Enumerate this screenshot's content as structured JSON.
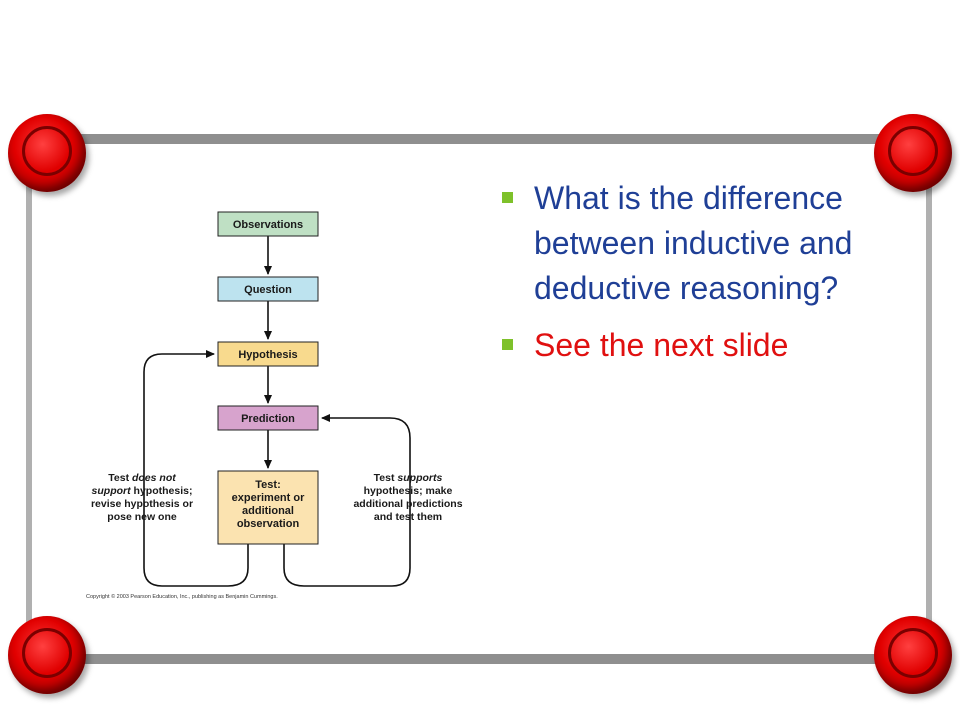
{
  "bullets": [
    {
      "text": "What is the difference between inductive and deductive reasoning?",
      "color": "#1f3f96"
    },
    {
      "text": "See the next slide",
      "color": "#e01010"
    }
  ],
  "diagram": {
    "boxes": {
      "observations": "Observations",
      "question": "Question",
      "hypothesis": "Hypothesis",
      "prediction": "Prediction",
      "test_line1": "Test:",
      "test_line2": "experiment or",
      "test_line3": "additional",
      "test_line4": "observation"
    },
    "left_label": {
      "line1_a": "Test ",
      "line1_b": "does not",
      "line2_a": "support",
      "line2_b": " hypothesis;",
      "line3": "revise hypothesis or",
      "line4": "pose new one"
    },
    "right_label": {
      "line1_a": "Test ",
      "line1_b": "supports",
      "line2": "hypothesis; make",
      "line3": "additional predictions",
      "line4": "and test them"
    },
    "copyright": "Copyright © 2003 Pearson Education, Inc., publishing as Benjamin Cummings.",
    "colors": {
      "observations": "#bfe0c4",
      "question": "#bde3ef",
      "hypothesis": "#f8da8e",
      "prediction": "#d7a3cd",
      "test": "#fbe3b0"
    }
  }
}
